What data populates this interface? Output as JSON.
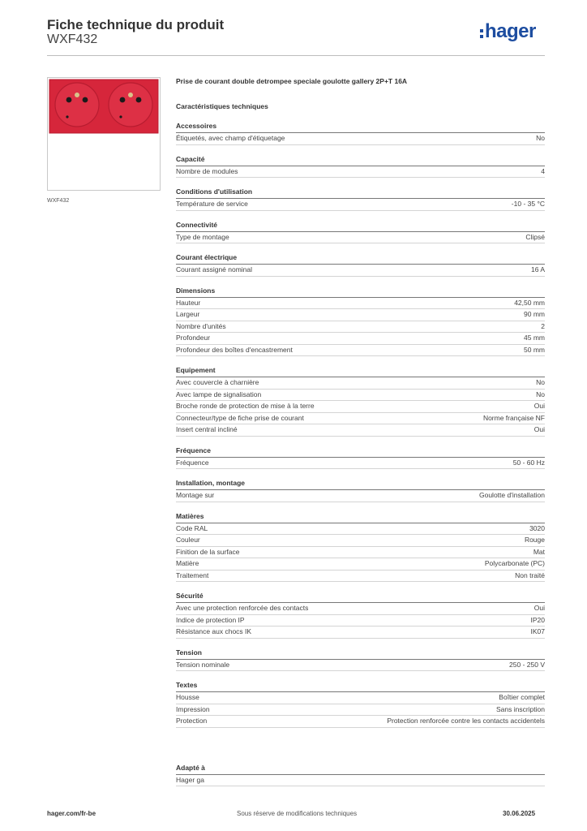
{
  "header": {
    "title": "Fiche technique du produit",
    "subtitle": "WXF432",
    "logo": "hager"
  },
  "product": {
    "image_caption": "WXF432",
    "description": "Prise de courant double detrompee speciale goulotte gallery 2P+T 16A",
    "color": "#d6263b"
  },
  "spec_heading": "Caractéristiques techniques",
  "groups": [
    {
      "title": "Accessoires",
      "rows": [
        {
          "label": "Étiquetés, avec champ d'étiquetage",
          "value": "No"
        }
      ]
    },
    {
      "title": "Capacité",
      "rows": [
        {
          "label": "Nombre de modules",
          "value": "4"
        }
      ]
    },
    {
      "title": "Conditions d'utilisation",
      "rows": [
        {
          "label": "Température de service",
          "value": "-10 - 35 °C"
        }
      ]
    },
    {
      "title": "Connectivité",
      "rows": [
        {
          "label": "Type de montage",
          "value": "Clipsé"
        }
      ]
    },
    {
      "title": "Courant électrique",
      "rows": [
        {
          "label": "Courant assigné nominal",
          "value": "16 A"
        }
      ]
    },
    {
      "title": "Dimensions",
      "rows": [
        {
          "label": "Hauteur",
          "value": "42,50 mm"
        },
        {
          "label": "Largeur",
          "value": "90 mm"
        },
        {
          "label": "Nombre d'unités",
          "value": "2"
        },
        {
          "label": "Profondeur",
          "value": "45 mm"
        },
        {
          "label": "Profondeur des boîtes d'encastrement",
          "value": "50 mm"
        }
      ]
    },
    {
      "title": "Equipement",
      "rows": [
        {
          "label": "Avec couvercle à charnière",
          "value": "No"
        },
        {
          "label": "Avec lampe de signalisation",
          "value": "No"
        },
        {
          "label": "Broche ronde de protection de mise à la terre",
          "value": "Oui"
        },
        {
          "label": "Connecteur/type de fiche prise de courant",
          "value": "Norme française NF"
        },
        {
          "label": "Insert central incliné",
          "value": "Oui"
        }
      ]
    },
    {
      "title": "Fréquence",
      "rows": [
        {
          "label": "Fréquence",
          "value": "50 - 60 Hz"
        }
      ]
    },
    {
      "title": "Installation, montage",
      "rows": [
        {
          "label": "Montage sur",
          "value": "Goulotte d'installation"
        }
      ]
    },
    {
      "title": "Matières",
      "rows": [
        {
          "label": "Code RAL",
          "value": "3020"
        },
        {
          "label": "Couleur",
          "value": "Rouge"
        },
        {
          "label": "Finition de la surface",
          "value": "Mat"
        },
        {
          "label": "Matière",
          "value": "Polycarbonate (PC)"
        },
        {
          "label": "Traitement",
          "value": "Non traité"
        }
      ]
    },
    {
      "title": "Sécurité",
      "rows": [
        {
          "label": "Avec une protection renforcée des contacts",
          "value": "Oui"
        },
        {
          "label": "Indice de protection IP",
          "value": "IP20"
        },
        {
          "label": "Résistance aux chocs IK",
          "value": "IK07"
        }
      ]
    },
    {
      "title": "Tension",
      "rows": [
        {
          "label": "Tension nominale",
          "value": "250 - 250 V"
        }
      ]
    },
    {
      "title": "Textes",
      "rows": [
        {
          "label": "Housse",
          "value": "Boîtier complet"
        },
        {
          "label": "Impression",
          "value": "Sans inscription"
        },
        {
          "label": "Protection",
          "value": "Protection renforcée contre les contacts accidentels"
        }
      ]
    }
  ],
  "adapted": {
    "title": "Adapté à",
    "rows": [
      {
        "label": "Hager ga",
        "value": ""
      }
    ]
  },
  "footer": {
    "website": "hager.com/fr-be",
    "notice": "Sous réserve de modifications techniques",
    "date": "30.06.2025"
  }
}
